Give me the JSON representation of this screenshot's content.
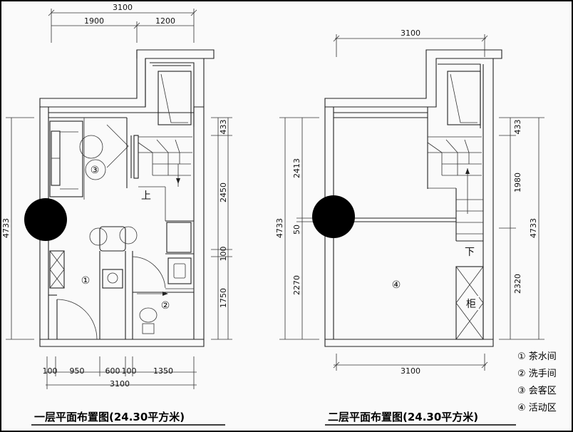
{
  "floor1": {
    "title": "一层平面布置图(24.30平方米)",
    "top_total": "3100",
    "top_left": "1900",
    "top_right": "1200",
    "left_total": "4733",
    "right_dims": [
      "433",
      "2450",
      "100",
      "1750"
    ],
    "bottom_dims": [
      "100",
      "950",
      "600",
      "100",
      "1350"
    ],
    "bottom_total": "3100",
    "stair_label": "上",
    "room1": "①",
    "room2": "②",
    "room3": "③"
  },
  "floor2": {
    "title": "二层平面布置图(24.30平方米)",
    "top_total": "3100",
    "left_dims": [
      "2413",
      "50",
      "2270"
    ],
    "left_total": "4733",
    "right_dims": [
      "433",
      "1980",
      "2320"
    ],
    "right_total": "4733",
    "bottom_total": "3100",
    "stair_label": "下",
    "room4": "④",
    "cabinet_label": "柜"
  },
  "legend": [
    "① 茶水间",
    "② 洗手间",
    "③ 会客区",
    "④ 活动区"
  ]
}
